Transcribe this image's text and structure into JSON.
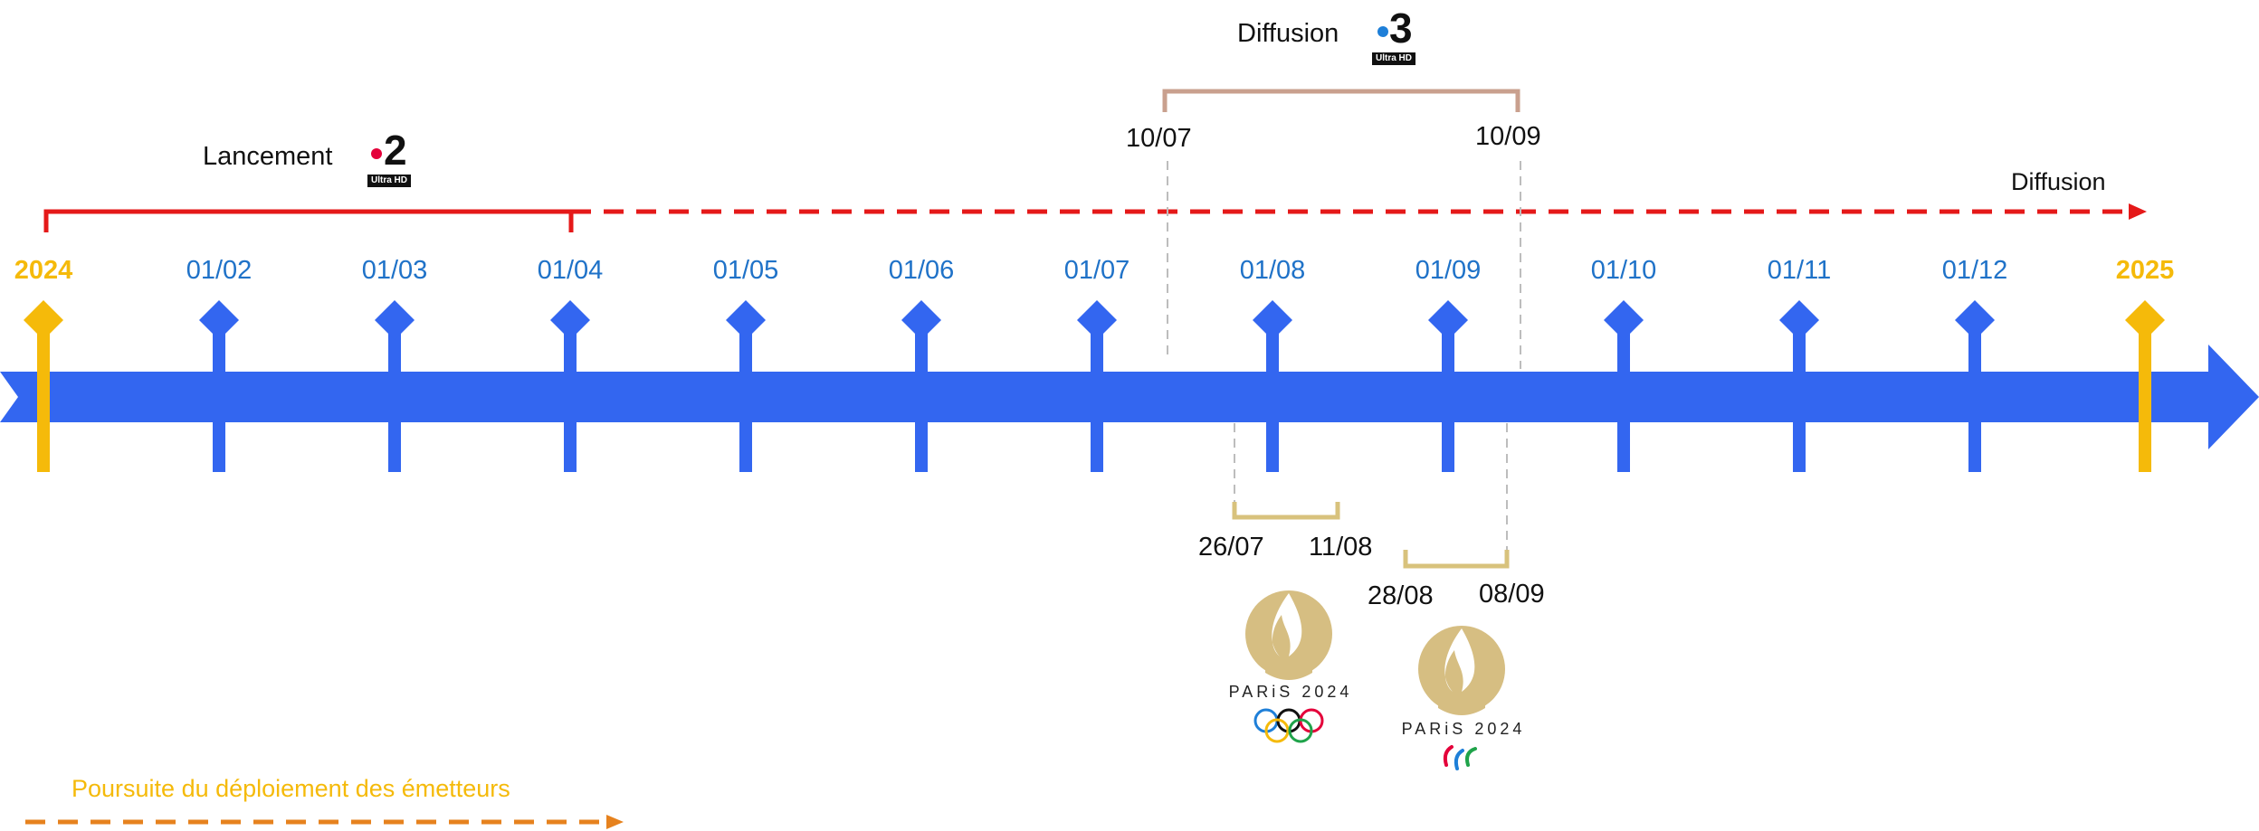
{
  "timeline": {
    "start_label": "2024",
    "end_label": "2025",
    "months": [
      "01/02",
      "01/03",
      "01/04",
      "01/05",
      "01/06",
      "01/07",
      "01/08",
      "01/09",
      "01/10",
      "01/11",
      "01/12"
    ]
  },
  "france2": {
    "launch_label": "Lancement",
    "channel_number": "2",
    "badge": "Ultra HD",
    "diffusion_label": "Diffusion",
    "launch_date": "01/04"
  },
  "france3": {
    "label": "Diffusion",
    "channel_number": "3",
    "badge": "Ultra HD",
    "start": "10/07",
    "end": "10/09"
  },
  "olympics": {
    "start": "26/07",
    "end": "11/08",
    "wordmark": "PARiS 2024"
  },
  "paralympics": {
    "start": "28/08",
    "end": "08/09",
    "wordmark": "PARiS 2024"
  },
  "legend": {
    "deployment": "Poursuite du déploiement des émetteurs"
  },
  "colors": {
    "axis": "#3366F0",
    "month_text": "#1F72C8",
    "year": "#F5BA0A",
    "france2_red": "#E51919",
    "france2_dot": "#E4003A",
    "france3_dot": "#1E7FD8",
    "france3_bracket": "#C9A08E",
    "games_bracket": "#D8C27C",
    "games_gold": "#D6BE82",
    "deployment_orange": "#E6821E",
    "guide_gray": "#BDBDBD"
  }
}
